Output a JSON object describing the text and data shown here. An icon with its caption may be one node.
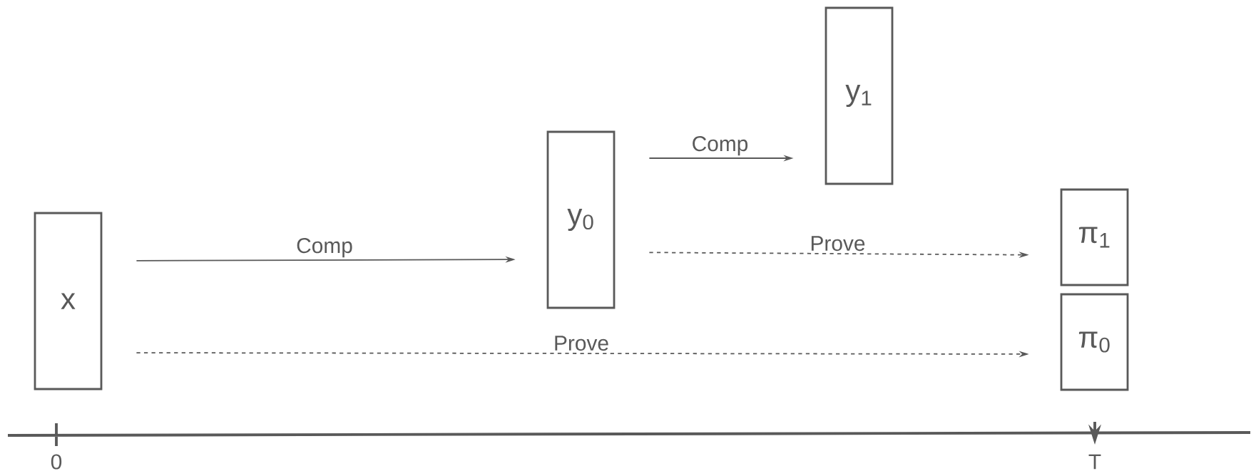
{
  "diagram": {
    "nodes": [
      {
        "text": [
          "x"
        ]
      },
      {
        "text": [
          "y$_{0}$"
        ]
      },
      {
        "text": [
          "y$_{1}$"
        ]
      },
      {
        "text": [
          "π$_{1}$"
        ]
      },
      {
        "text": [
          "π$_{0}$"
        ]
      }
    ],
    "edges": [
      {
        "from": 0,
        "to": 1,
        "arrow": "to",
        "label": "Comp"
      },
      {
        "from": 1,
        "to": 2,
        "arrow": "to",
        "label": "Comp"
      },
      {
        "from": 1,
        "to": 3,
        "arrow": "to",
        "label": "Prove",
        "style": "dashed"
      },
      {
        "from": 0,
        "to": 4,
        "arrow": "to",
        "label": "Prove",
        "style": "dashed"
      }
    ],
    "labels": [
      "0",
      "T"
    ]
  }
}
